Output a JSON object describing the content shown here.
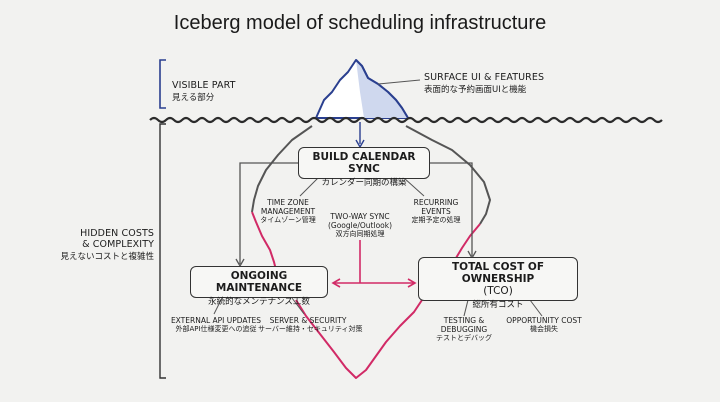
{
  "title": "Iceberg model of scheduling infrastructure",
  "visible": {
    "en": "VISIBLE PART",
    "ja": "見える部分"
  },
  "surface": {
    "en": "SURFACE UI & FEATURES",
    "ja": "表面的な予約画面UIと機能"
  },
  "hidden": {
    "en1": "HIDDEN COSTS",
    "en2": "& COMPLEXITY",
    "ja": "見えないコストと複雑性"
  },
  "boxes": {
    "build": {
      "en": "BUILD CALENDAR SYNC",
      "ja": "カレンダー同期の構築"
    },
    "maintenance": {
      "en": "ONGOING MAINTENANCE",
      "ja": "永続的なメンテナンス工数"
    },
    "tco": {
      "en1": "TOTAL COST OF OWNERSHIP",
      "en2": "(TCO)",
      "ja": "総所有コスト"
    }
  },
  "items": {
    "timezone": {
      "en1": "TIME ZONE",
      "en2": "MANAGEMENT",
      "ja": "タイムゾーン管理"
    },
    "twoway": {
      "en1": "TWO-WAY SYNC",
      "en2": "(Google/Outlook)",
      "ja": "双方向同期処理"
    },
    "recurring": {
      "en1": "RECURRING",
      "en2": "EVENTS",
      "ja": "定期予定の処理"
    },
    "api": {
      "en": "EXTERNAL API UPDATES",
      "ja": "外部API仕様変更への追従"
    },
    "server": {
      "en": "SERVER & SECURITY",
      "ja": "サーバー維持・セキュリティ対策"
    },
    "testing": {
      "en1": "TESTING &",
      "en2": "DEBUGGING",
      "ja": "テストとデバッグ"
    },
    "opportunity": {
      "en": "OPPORTUNITY COST",
      "ja": "機会損失"
    }
  },
  "colors": {
    "accent_blue": "#2a3f8f",
    "accent_pink": "#d12a66",
    "ice_fill": "#cfd8ee",
    "line_gray": "#555555"
  }
}
